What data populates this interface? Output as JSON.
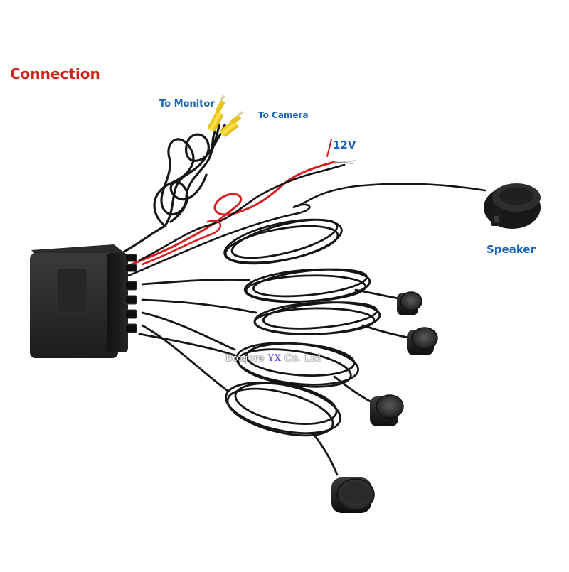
{
  "title": "Connection",
  "labels": {
    "to_monitor": "To Monitor",
    "to_camera": "To Camera",
    "power": "12V",
    "speaker": "Speaker"
  },
  "watermark": {
    "prefix": "Bonjore ",
    "brand": "YX",
    "suffix": " Co. Ltd"
  },
  "colors": {
    "title": "#c8281c",
    "label": "#1a63b8",
    "rca_plug": "#f4d51c",
    "power_wire": "#d81e1e",
    "cable": "#1a1a1a"
  },
  "scene": {
    "control_box": "black-control-box",
    "sensor_count": 4,
    "speaker_count": 1,
    "rca_connector_count": 2
  }
}
